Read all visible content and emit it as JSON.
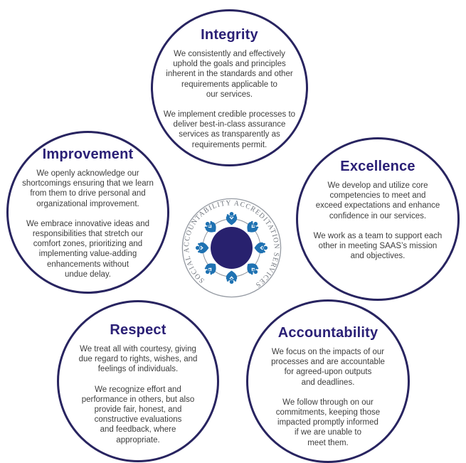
{
  "diagram": {
    "colors": {
      "circle_border": "#282460",
      "title_text": "#2b2076",
      "body_text": "#3d3d3d",
      "logo_center_disc": "#28216e",
      "logo_glyph_blue": "#1f72b2",
      "logo_ring_text_gray": "#70757d"
    },
    "circles": [
      {
        "id": "integrity",
        "title": "Integrity",
        "para1": "We consistently and effectively\nuphold the goals and principles\ninherent in the standards and other\nrequirements applicable to\nour services.",
        "para2": "We implement credible processes to\ndeliver best-in-class assurance\nservices as transparently as\nrequirements permit."
      },
      {
        "id": "improvement",
        "title": "Improvement",
        "para1": "We openly acknowledge our\nshortcomings ensuring that we learn\nfrom them to drive personal and\norganizational improvement.",
        "para2": "We embrace innovative ideas and\nresponsibilities that stretch our\ncomfort zones, prioritizing and\nimplementing value-adding\nenhancements without\nundue delay."
      },
      {
        "id": "excellence",
        "title": "Excellence",
        "para1": "We develop and utilize core\ncompetencies to meet and\nexceed expectations and enhance\nconfidence in our services.",
        "para2": "We work as a team to support each\nother in meeting SAAS’s mission\nand objectives."
      },
      {
        "id": "respect",
        "title": "Respect",
        "para1": "We treat all with courtesy, giving\ndue regard to rights, wishes, and\nfeelings of individuals.",
        "para2": "We recognize effort and\nperformance in others, but also\nprovide fair, honest, and\nconstructive evaluations\nand feedback, where\nappropriate."
      },
      {
        "id": "accountability",
        "title": "Accountability",
        "para1": "We focus on the impacts of our\nprocesses and are accountable\nfor agreed-upon outputs\nand deadlines.",
        "para2": "We follow through on our\ncommitments, keeping those\nimpacted promptly informed\nif we are unable to\nmeet them."
      }
    ],
    "logo": {
      "ring_text": "SOCIAL ACCOUNTABILITY ACCREDITATION SERVICES"
    }
  }
}
